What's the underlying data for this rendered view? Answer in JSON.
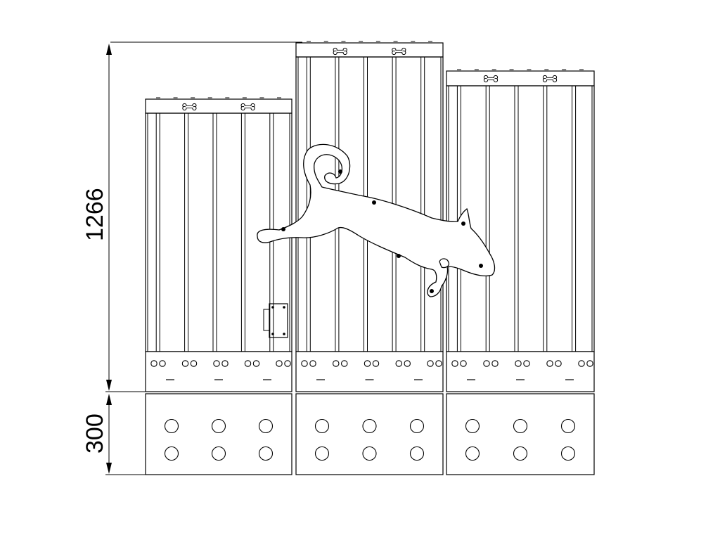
{
  "dimensions": {
    "upper_height": "1266",
    "base_height": "300"
  },
  "panels": [
    {
      "name": "left-panel"
    },
    {
      "name": "center-panel"
    },
    {
      "name": "right-panel"
    }
  ],
  "decorations": {
    "cap_icon": "bone-icon",
    "cutout": "dog-silhouette"
  },
  "colors": {
    "line": "#000000",
    "background": "#ffffff"
  }
}
